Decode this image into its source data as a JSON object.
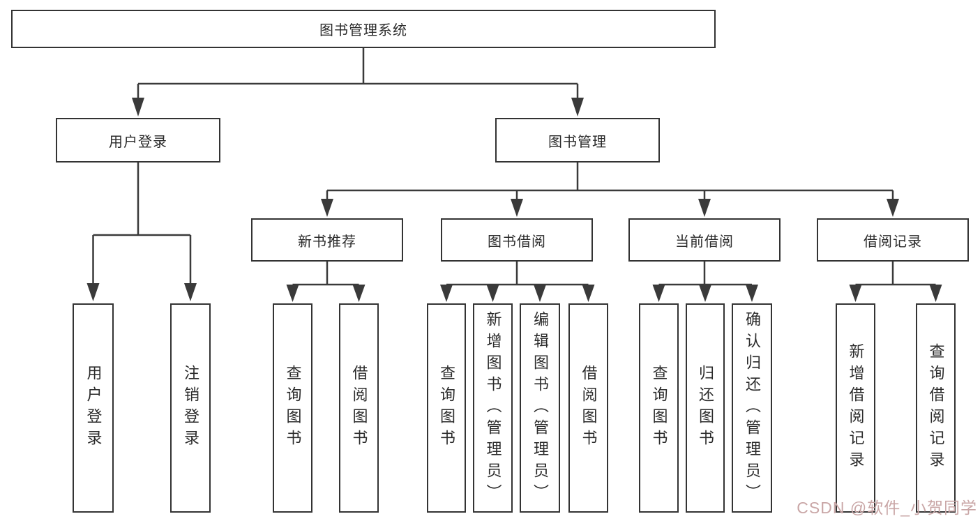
{
  "diagram": {
    "root": {
      "label": "图书管理系统"
    },
    "children": [
      {
        "label": "用户登录",
        "children": [
          {
            "label": "用户登录"
          },
          {
            "label": "注销登录"
          }
        ]
      },
      {
        "label": "图书管理",
        "children": [
          {
            "label": "新书推荐",
            "children": [
              {
                "label": "查询图书"
              },
              {
                "label": "借阅图书"
              }
            ]
          },
          {
            "label": "图书借阅",
            "children": [
              {
                "label": "查询图书"
              },
              {
                "label": "新增图书（管理员）"
              },
              {
                "label": "编辑图书（管理员）"
              },
              {
                "label": "借阅图书"
              }
            ]
          },
          {
            "label": "当前借阅",
            "children": [
              {
                "label": "查询图书"
              },
              {
                "label": "归还图书"
              },
              {
                "label": "确认归还（管理员）"
              }
            ]
          },
          {
            "label": "借阅记录",
            "children": [
              {
                "label": "新增借阅记录"
              },
              {
                "label": "查询借阅记录"
              }
            ]
          }
        ]
      }
    ]
  },
  "watermark": {
    "text": "CSDN @软件_小贺同学"
  },
  "colors": {
    "line": "#3a3a3a",
    "border": "#333333",
    "text": "#2b2b2b",
    "background": "#ffffff",
    "watermark": "#c9a6a6"
  }
}
